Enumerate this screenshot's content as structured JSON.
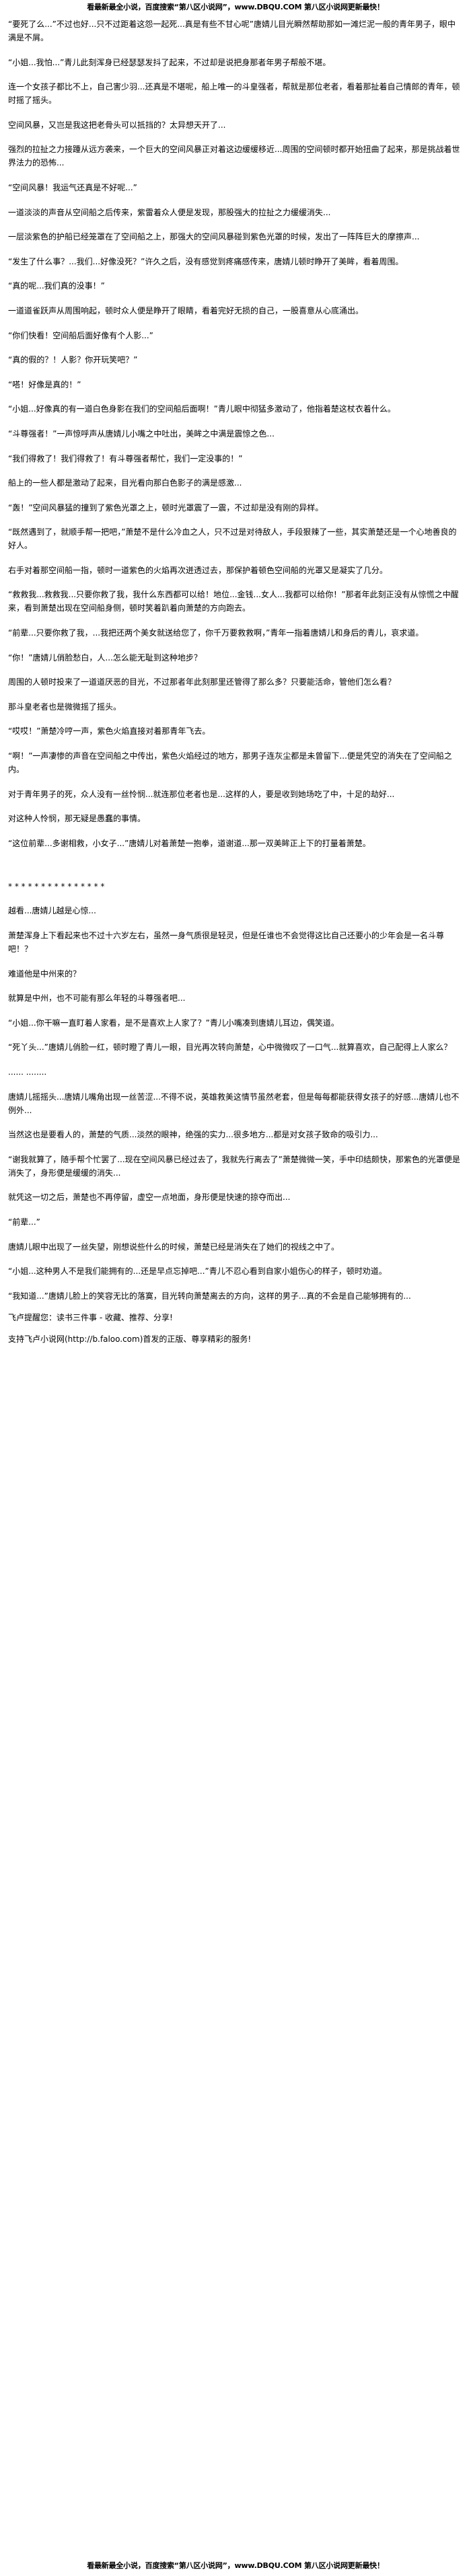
{
  "banner": {
    "top": "看最新最全小说，百度搜索“第八区小说网”，www.DBQU.COM 第八区小说网更新最快！",
    "bottom": "看最新最全小说，百度搜索“第八区小说网”，www.DBQU.COM 第八区小说网更新最快！"
  },
  "paragraphs": [
    "“要死了么...”不过也好...只不过距着这怨一起死...真是有些不甘心呢”唐婧儿目光瞬然帮助那如一滩烂泥一般的青年男子，眼中满是不屑。",
    "“小姐...我怕...”青儿此刻浑身已经瑟瑟发抖了起来，不过却是说把身那者年男子帮般不堪。",
    "连一个女孩子都比不上，自己害少羽...还真是不堪呢，船上唯一的斗皇强者，帮就是那位老者，看着那扯着自己情郎的青年，顿时摇了摇头。",
    "空间风暴，又岂是我这把老骨头可以抵挡的？太异想天开了...",
    "强烈的拉扯之力接踵从远方袭来，一个巨大的空间风暴正对着这边缓缓移近...周围的空间顿时都开始扭曲了起来，那是挑战着世界法力的恐怖...",
    "“空间风暴！我运气还真是不好呢...”",
    "一道淡淡的声音从空间船之后传来，紫雷着众人便是发现，那股强大的拉扯之力缓缓消失...",
    "一层淡紫色的护船已经笼罩在了空间船之上，那强大的空间风暴碰到紫色光罩的时候，发出了一阵阵巨大的摩擦声...",
    "“发生了什么事？...我们...好像没死？”许久之后，没有感觉到疼痛感传来，唐婧儿顿时睁开了美眸，看着周围。",
    "“真的呢...我们真的没事！”",
    "一道道雀跃声从周围响起，顿时众人便是睁开了眼睛，看着完好无损的自己，一股喜意从心底涌出。",
    "“你们快看！空间船后面好像有个人影...”",
    "“真的假的？！人影？你开玩笑吧？”",
    "“嗒！好像是真的！”",
    "“小姐...好像真的有一道白色身影在我们的空间船后面啊！”青儿眼中彻猛多激动了，他指着楚这杖衣着什么。",
    "“斗尊强者！”一声惊呼声从唐婧儿小嘴之中吐出，美眸之中满是震惊之色...",
    "“我们得救了！我们得救了！有斗尊强者帮忙，我们一定没事的！”",
    "船上的一些人都是激动了起来，目光看向那白色影子的满是感激...",
    "“轰！”空间风暴猛的撞到了紫色光罩之上，顿时光罩震了一震，不过却是没有刚的异样。",
    "“既然遇到了，就顺手帮一把吧，”萧楚不是什么冷血之人，只不过是对待敌人，手段狠辣了一些，其实萧楚还是一个心地善良的好人。",
    "右手对着那空间船一指，顿时一道紫色的火焰再次迸透过去，那保护着顿色空间船的光罩又是凝实了几分。",
    "“救救我...救救我...只要你救了我，我什么东西都可以给！地位...金钱...女人...我都可以给你！”那者年此刻正没有从惊慌之中醒来，看到萧楚出现在空间船身侧，顿时笑着趴着向萧楚的方向跑去。",
    "“前辈...只要你救了我，...我把还两个美女就送给您了，你千万要救救啊，”青年一指着唐婧儿和身后的青儿，哀求道。",
    "“你！”唐婧儿俏脸愁白，人...怎么能无耻到这种地步？",
    "周围的人顿时投来了一道道厌恶的目光，不过那者年此刻那里还管得了那么多？只要能活命，管他们怎么看？",
    "那斗皇老者也是微微摇了摇头。",
    "“哎哎！”萧楚冷哼一声，紫色火焰直接对着那青年飞去。",
    "“啊！”一声凄惨的声音在空间船之中传出，紫色火焰经过的地方，那男子连灰尘都是未曾留下...便是凭空的消失在了空间船之内。",
    "对于青年男子的死，众人没有一丝怜悯...就连那位老者也是...这样的人，要是收到她场吃了中，十足的劫好...",
    "对这种人怜悯，那无疑是愚蠢的事情。",
    "“这位前辈...多谢相救，小女子...”唐婧儿对着萧楚一抱拳，道谢道...那一双美眸正上下的打量着萧楚。",
    "* * * * * * * * * * * * * * *",
    "越看...唐婧儿越是心惊...",
    "萧楚浑身上下看起来也不过十六岁左右，虽然一身气质很是轻灵，但是任谁也不会觉得这比自己还要小的少年会是一名斗尊吧！？",
    "难道他是中州来的？",
    "就算是中州，也不可能有那么年轻的斗尊强者吧...",
    "“小姐...你干嘛一直盯着人家看，是不是喜欢上人家了？”青儿小嘴凑到唐婧儿耳边，偶笑道。",
    "“死丫头...”唐婧儿俏脸一红，顿时瞪了青儿一眼，目光再次转向萧楚，心中微微叹了一口气...就算喜欢，自己配得上人家么？",
    "...... ........",
    "唐婧儿摇摇头...唐婧儿嘴角出现一丝苦涩...不得不说，英雄救美这情节虽然老套，但是每每都能获得女孩子的好感...唐婧儿也不例外...",
    "当然这也是要看人的，萧楚的气质...淡然的眼神，绝强的实力...很多地方...都是对女孩子致命的吸引力...",
    "“谢我就算了，随手帮个忙罢了...现在空间风暴已经过去了，我就先行离去了”萧楚微微一笑，手中印结颇快，那紫色的光罩便是消失了，身形便是缓缓的消失...",
    "就凭这一切之后，萧楚也不再停留，虚空一点地面，身形便是快速的掠夺而出...",
    "“前辈...”",
    "唐婧儿眼中出现了一丝失望，刚想说些什么的时候，萧楚已经是消失在了她们的视线之中了。",
    "“小姐...这种男人不是我们能拥有的...还是早点忘掉吧...”青儿不忍心看到自家小姐伤心的样子，顿时劝道。",
    "“我知道...”唐婧儿脸上的笑容无比的落寞，目光转向萧楚离去的方向，这样的男子...真的不会是自己能够拥有的...",
    "飞卢提醒您：读书三件事 - 收藏、推荐、分享!",
    "支持飞卢小说网(http://b.faloo.com)首发的正版、尊享精彩的服务!"
  ]
}
